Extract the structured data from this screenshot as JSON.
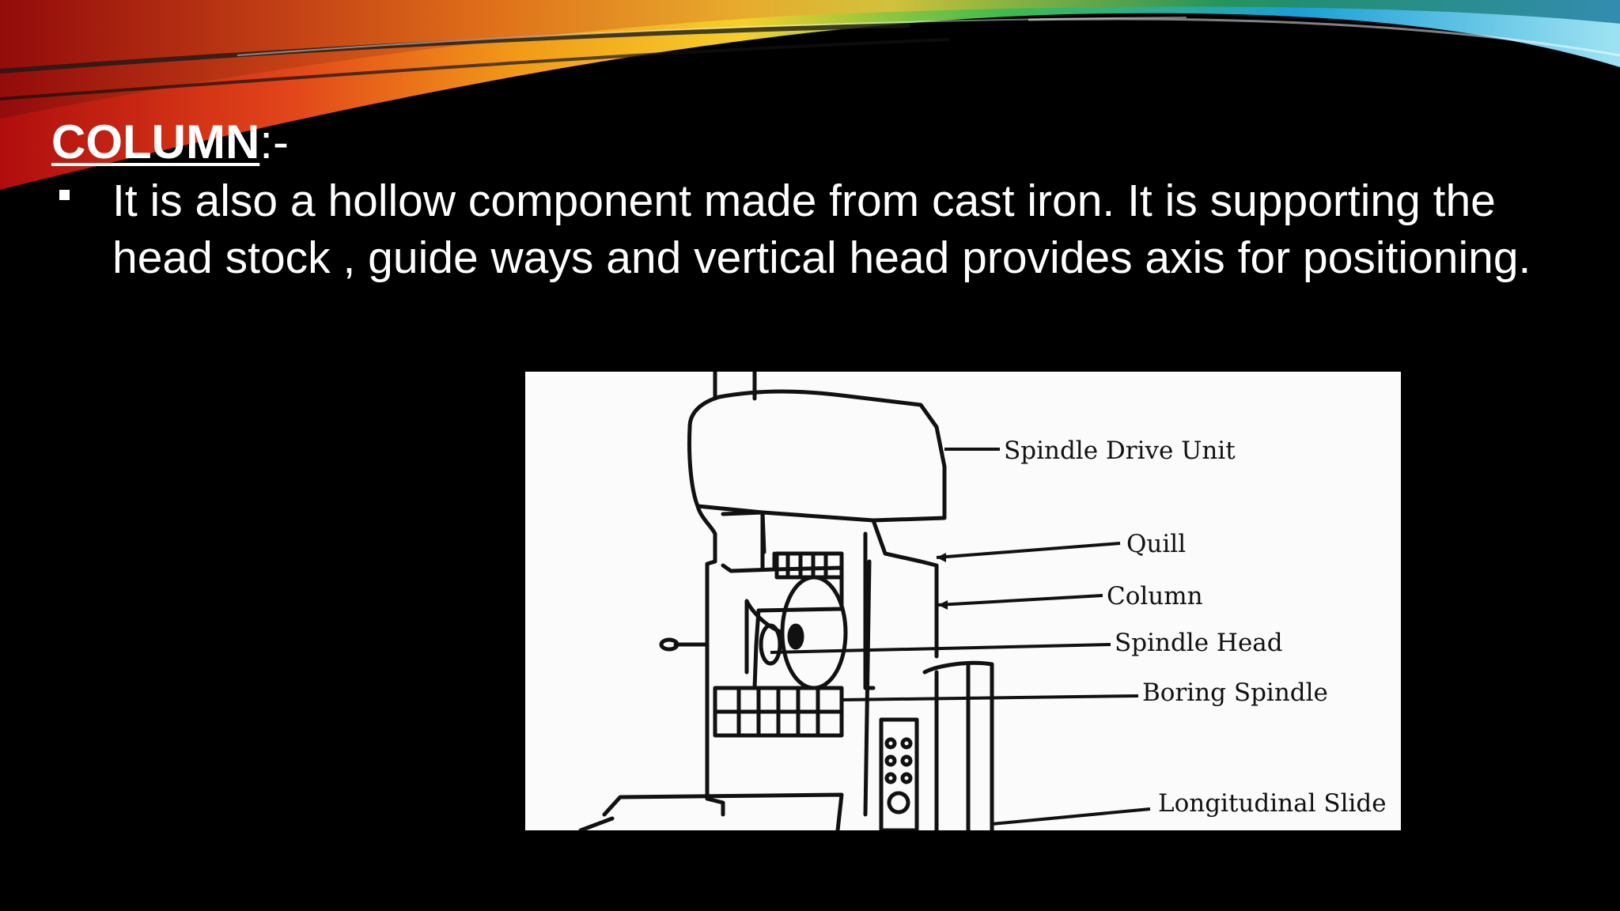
{
  "slide": {
    "heading": {
      "word": "COLUMN",
      "suffix": ":-"
    },
    "bullet_text": "It is also a hollow component made from cast iron. It is supporting the head stock , guide ways and vertical head provides axis for positioning."
  },
  "figure": {
    "labels": {
      "spindle_drive_unit": "Spindle Drive Unit",
      "quill": "Quill",
      "column": "Column",
      "spindle_head": "Spindle Head",
      "boring_spindle": "Boring Spindle",
      "longitudinal_slide": "Longitudinal Slide"
    }
  },
  "theme": {
    "background": "#000000",
    "swoosh_colors": [
      "#c81010",
      "#f07a12",
      "#f5c518",
      "#2db34a",
      "#1ea0d8",
      "#9be0f0"
    ]
  }
}
